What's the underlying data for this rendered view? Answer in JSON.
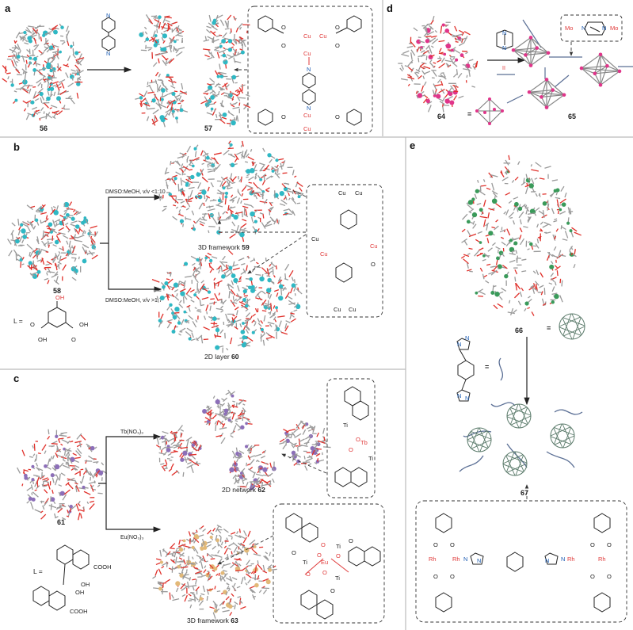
{
  "panels": {
    "a": "a",
    "b": "b",
    "c": "c",
    "d": "d",
    "e": "e"
  },
  "a": {
    "c56": "56",
    "c57": "57",
    "cu": "Cu",
    "o": "O",
    "n": "N"
  },
  "b": {
    "c58": "58",
    "cond_top": "DMSO:MeOH, v/v <1:10",
    "cond_bottom": "DMSO:MeOH, v/v >1:7",
    "product_top_text": "3D framework ",
    "product_top_num": "59",
    "product_bottom_text": "2D layer ",
    "product_bottom_num": "60",
    "ligand_label": "L =",
    "oh": "OH",
    "o": "O",
    "cu": "Cu"
  },
  "c": {
    "c61": "61",
    "reagent_top": "Tb(NO₃)₃",
    "reagent_bottom": "Eu(NO₃)₃",
    "product_top_text": "2D network ",
    "product_top_num": "62",
    "product_bottom_text": "3D framework ",
    "product_bottom_num": "63",
    "ligand_label": "L =",
    "cooh": "COOH",
    "oh": "OH",
    "ti": "Ti",
    "tb": "Tb",
    "eu": "Eu",
    "o": "O"
  },
  "d": {
    "c64": "64",
    "c65": "65",
    "equals": "=",
    "linker_symbol": "II",
    "mo": "Mo",
    "n": "N"
  },
  "e": {
    "c66": "66",
    "c67": "67",
    "equals": "=",
    "rh": "Rh",
    "n": "N",
    "o": "O"
  },
  "colors": {
    "oxygen": "#e0312b",
    "copper": "#2fb8c4",
    "carbon": "#9a9a9a",
    "molybdenum": "#e0358a",
    "titanium": "#8c6fb8",
    "europium": "#e2b978",
    "rhodium": "#3a9a5a",
    "linker": "#5b6f95"
  }
}
